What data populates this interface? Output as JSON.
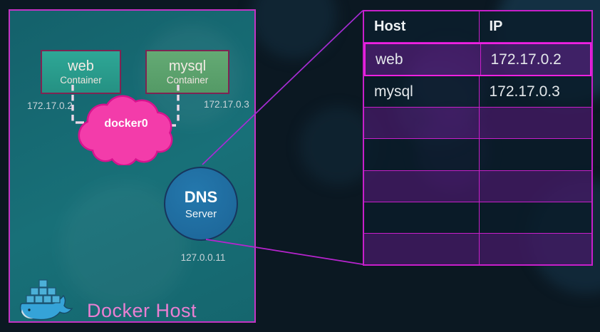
{
  "diagram": {
    "host_label": "Docker Host",
    "containers": [
      {
        "name": "web",
        "kind": "Container",
        "ip": "172.17.0.2"
      },
      {
        "name": "mysql",
        "kind": "Container",
        "ip": "172.17.0.3"
      }
    ],
    "bridge": {
      "label": "docker0"
    },
    "dns": {
      "title": "DNS",
      "subtitle": "Server",
      "ip": "127.0.0.11"
    }
  },
  "table": {
    "columns": [
      "Host",
      "IP"
    ],
    "rows": [
      {
        "host": "web",
        "ip": "172.17.0.2"
      },
      {
        "host": "mysql",
        "ip": "172.17.0.3"
      },
      {
        "host": "",
        "ip": ""
      },
      {
        "host": "",
        "ip": ""
      },
      {
        "host": "",
        "ip": ""
      },
      {
        "host": "",
        "ip": ""
      },
      {
        "host": "",
        "ip": ""
      }
    ],
    "highlighted_row_index": 0
  },
  "colors": {
    "background": "#0b1822",
    "host_fill": "#17686f",
    "host_border": "#c433c4",
    "web_container_fill": "#2aa191",
    "mysql_container_fill": "#5aa36e",
    "container_border": "#7e2452",
    "bridge_cloud_pink": "#f33caa",
    "bridge_cloud_outline": "#d6138e",
    "dns_circle_blue": "#1f6da2",
    "dns_circle_border": "#17355d",
    "connector_line": "#a62cd4",
    "dashed_link": "#eed8e8",
    "table_border": "#c81fca",
    "table_highlight_border": "#ee21e0",
    "row_purple": "#3c2158",
    "row_dark": "#0d1f2c",
    "docker_host_text": "#ea7fd2",
    "ip_label_text": "#c8d3d8"
  }
}
